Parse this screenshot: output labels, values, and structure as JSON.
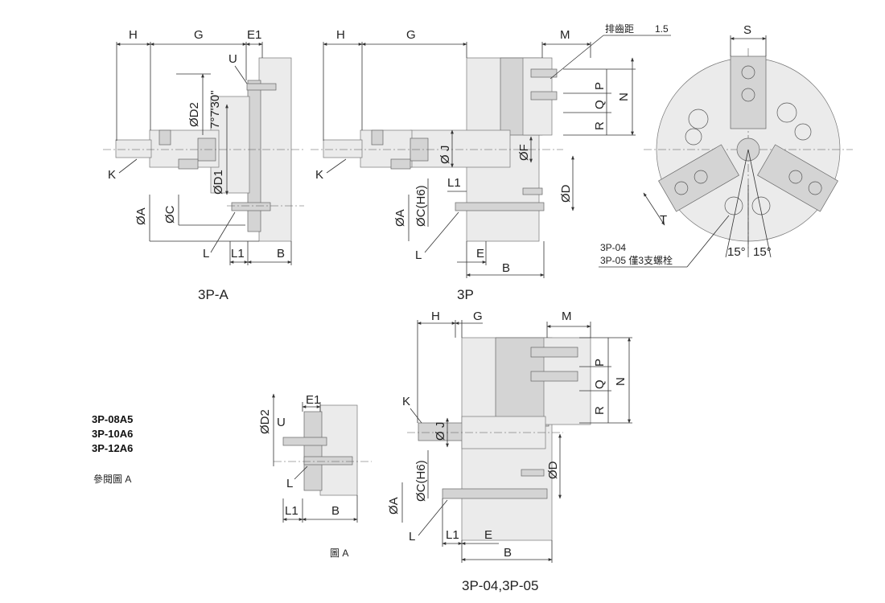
{
  "views": {
    "view_3pa": {
      "caption": "3P-A",
      "labels": {
        "H": "H",
        "G": "G",
        "E1": "E1",
        "U": "U",
        "D2": "ØD2",
        "angle": "7°7'30\"",
        "D1": "ØD1",
        "K": "K",
        "A": "ØA",
        "C": "ØC",
        "L": "L",
        "L1": "L1",
        "B": "B"
      }
    },
    "view_3p": {
      "caption": "3P",
      "labels": {
        "H": "H",
        "G": "G",
        "M": "M",
        "pitch_text": "排齒距",
        "pitch_value": "1.5",
        "P": "P",
        "Q": "Q",
        "R": "R",
        "N": "N",
        "J": "Ø J",
        "F": "ØF",
        "K": "K",
        "C": "ØC(H6)",
        "A": "ØA",
        "L1": "L1",
        "D": "ØD",
        "L": "L",
        "E": "E",
        "B": "B"
      }
    },
    "view_front": {
      "labels": {
        "S": "S",
        "T": "T",
        "note_line1": "3P-04",
        "note_line2": "3P-05 僅3支螺栓",
        "angle_left": "15°",
        "angle_right": "15°"
      }
    },
    "view_3p0405": {
      "caption": "3P-04,3P-05",
      "labels": {
        "H": "H",
        "G": "G",
        "M": "M",
        "P": "P",
        "Q": "Q",
        "R": "R",
        "N": "N",
        "K": "K",
        "J": "Ø J",
        "C": "ØC(H6)",
        "D": "ØD",
        "A": "ØA",
        "L": "L",
        "L1": "L1",
        "E": "E",
        "B": "B"
      }
    },
    "view_fig_a": {
      "caption": "圖 A",
      "labels": {
        "D2": "ØD2",
        "E1": "E1",
        "U": "U",
        "L": "L",
        "L1": "L1",
        "B": "B"
      }
    }
  },
  "models": [
    "3P-08A5",
    "3P-10A6",
    "3P-12A6"
  ],
  "models_note": "參閱圖 A"
}
